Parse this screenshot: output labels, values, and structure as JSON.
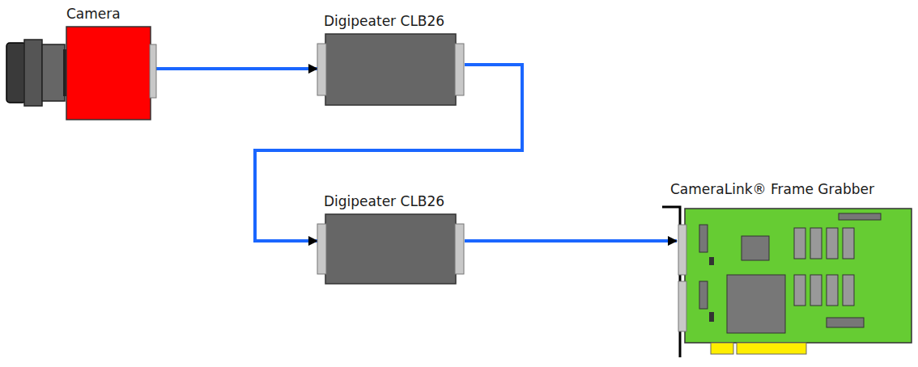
{
  "diagram": {
    "nodes": [
      {
        "text": [
          "Camera"
        ]
      },
      {
        "text": [
          "Digipeater CLB26"
        ]
      },
      {
        "text": [
          "Digipeater CLB26"
        ]
      },
      {
        "text": [
          "CameraLink® Frame Grabber"
        ]
      }
    ],
    "edges": [
      {
        "from": 0,
        "to": 1,
        "arrow": "to"
      },
      {
        "from": 1,
        "to": 2,
        "arrow": "to"
      },
      {
        "from": 2,
        "to": 3,
        "arrow": "to"
      }
    ]
  }
}
